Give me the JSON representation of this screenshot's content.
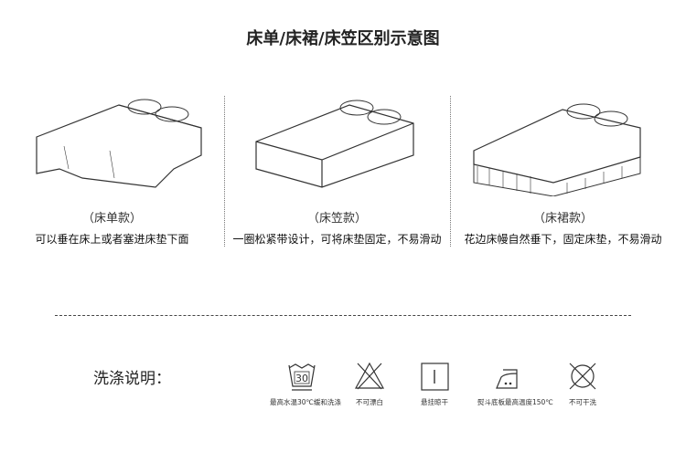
{
  "title": "床单/床裙/床笠区别示意图",
  "products": [
    {
      "label": "（床单款）",
      "desc": "可以垂在床上或者塞进床垫下面"
    },
    {
      "label": "（床笠款）",
      "desc": "一圈松紧带设计，可将床垫固定，不易滑动"
    },
    {
      "label": "（床裙款）",
      "desc": "花边床幔自然垂下，固定床垫，不易滑动"
    }
  ],
  "wash": {
    "heading": "洗涤说明：",
    "icons": [
      {
        "icon": "wash-30-icon",
        "number": "30",
        "label": "最高水温30℃缓和洗涤"
      },
      {
        "icon": "no-bleach-icon",
        "label": "不可漂白"
      },
      {
        "icon": "hang-dry-icon",
        "label": "悬挂晾干"
      },
      {
        "icon": "iron-icon",
        "label": "熨斗底板最高温度150℃"
      },
      {
        "icon": "no-dry-clean-icon",
        "label": "不可干洗"
      }
    ]
  }
}
